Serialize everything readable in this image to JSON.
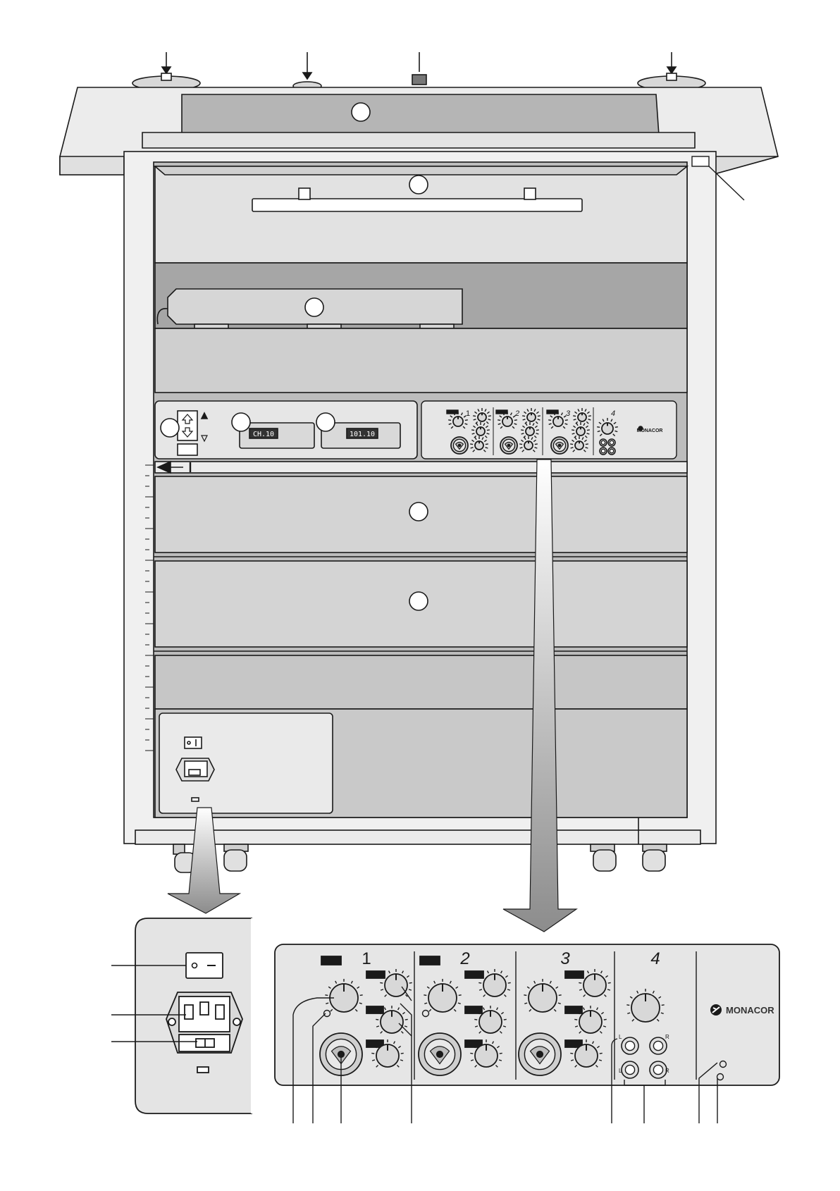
{
  "colors": {
    "outline": "#1a1a1a",
    "panel_light": "#e0e0e0",
    "panel_mid": "#cfcfcf",
    "panel_dark": "#a8a8a8",
    "cabinet": "#f0f0f0",
    "arrow_grey": "#9a9a9a"
  },
  "cabinet": {
    "display_left": "CH.10",
    "display_right": "101.10"
  },
  "mixer": {
    "channel_labels": [
      "1",
      "2",
      "3",
      "4"
    ],
    "brand": "MONACOR",
    "rca_left": "L",
    "rca_right": "R"
  },
  "icons": [
    "arrow-down-icon",
    "power-switch-icon",
    "mains-socket-icon",
    "fuse-icon",
    "monacor-logo-icon",
    "up-down-arrow-icon",
    "triangle-up-icon",
    "triangle-down-icon",
    "cable-arrow-icon"
  ]
}
